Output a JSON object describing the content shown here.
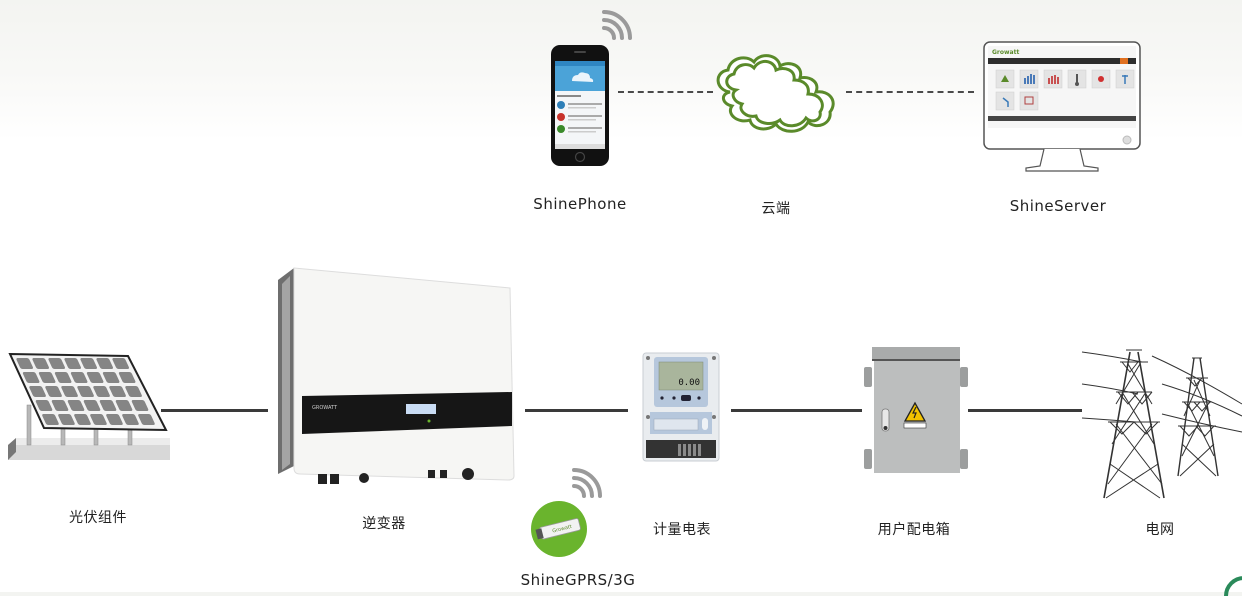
{
  "diagram": {
    "title": "",
    "top_row": [
      {
        "id": "shinephone",
        "label": "ShinePhone",
        "icon": "smartphone-icon",
        "wireless": true
      },
      {
        "id": "cloud",
        "label": "云端",
        "icon": "cloud-icon"
      },
      {
        "id": "shineserver",
        "label": "ShineServer",
        "icon": "monitor-icon",
        "brand_text": "Growatt"
      }
    ],
    "bottom_row": [
      {
        "id": "pv",
        "label": "光伏组件",
        "icon": "solar-panel-icon"
      },
      {
        "id": "inverter",
        "label": "逆变器",
        "icon": "inverter-icon"
      },
      {
        "id": "meter",
        "label": "计量电表",
        "icon": "electric-meter-icon",
        "display_value": "0.00"
      },
      {
        "id": "distribution",
        "label": "用户配电箱",
        "icon": "distribution-box-icon"
      },
      {
        "id": "grid",
        "label": "电网",
        "icon": "power-tower-icon"
      }
    ],
    "accessory": {
      "id": "shinegprs",
      "label": "ShineGPRS/3G",
      "icon": "gprs-stick-icon",
      "brand_text": "Growatt",
      "wireless": true
    },
    "connections": [
      {
        "from": "shinephone",
        "to": "cloud",
        "style": "dashed"
      },
      {
        "from": "cloud",
        "to": "shineserver",
        "style": "dashed"
      },
      {
        "from": "pv",
        "to": "inverter",
        "style": "solid"
      },
      {
        "from": "inverter",
        "to": "meter",
        "style": "solid"
      },
      {
        "from": "meter",
        "to": "distribution",
        "style": "solid"
      },
      {
        "from": "distribution",
        "to": "grid",
        "style": "solid"
      }
    ],
    "colors": {
      "line": "#3a3a3a",
      "cloud": "#5a8a2a",
      "gprs_circle": "#6ab42d",
      "inverter_panel": "#1a1a1a",
      "box_gray": "#b9bbbb",
      "meter_blue": "#b6c7dc"
    }
  }
}
